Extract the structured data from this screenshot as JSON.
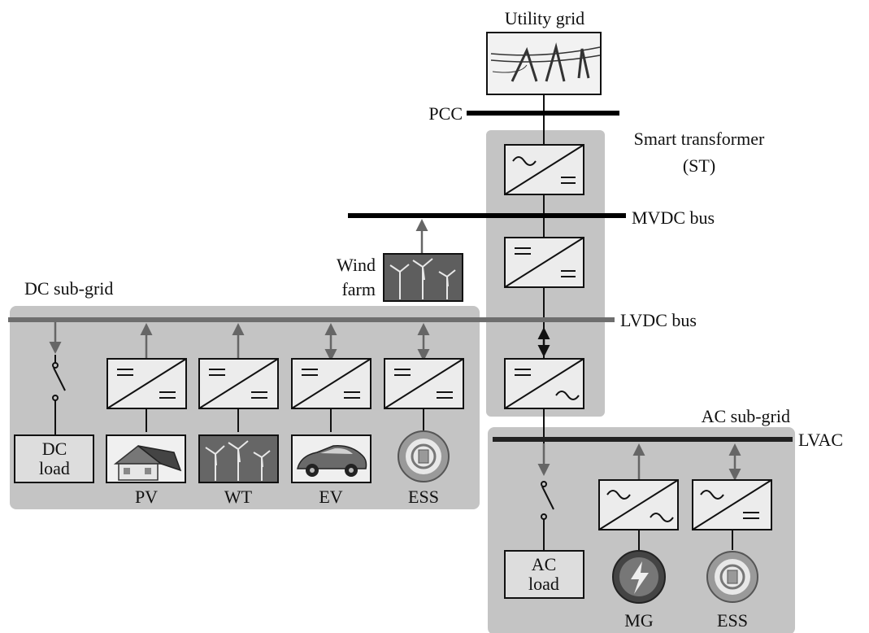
{
  "labels": {
    "utility_grid": "Utility grid",
    "pcc": "PCC",
    "st_line1": "Smart transformer",
    "st_line2": "(ST)",
    "mvdc_bus": "MVDC bus",
    "wind_farm_line1": "Wind",
    "wind_farm_line2": "farm",
    "dc_subgrid": "DC sub-grid",
    "lvdc_bus": "LVDC bus",
    "ac_subgrid": "AC sub-grid",
    "lvac": "LVAC",
    "dc_load_line1": "DC",
    "dc_load_line2": "load",
    "ac_load_line1": "AC",
    "ac_load_line2": "load",
    "pv": "PV",
    "wt": "WT",
    "ev": "EV",
    "ess_dc": "ESS",
    "mg": "MG",
    "ess_ac": "ESS"
  },
  "icons": {
    "utility_grid": "power-pylon-icon",
    "wind": "wind-turbine-icon",
    "pv": "solar-house-icon",
    "ev": "electric-car-icon",
    "ess": "energy-storage-icon",
    "mg": "lightning-generator-icon"
  },
  "colors": {
    "panel": "#c4c4c4",
    "bus_dark": "#000000",
    "bus_grey": "#6e6e6e",
    "arrow": "#666666"
  }
}
